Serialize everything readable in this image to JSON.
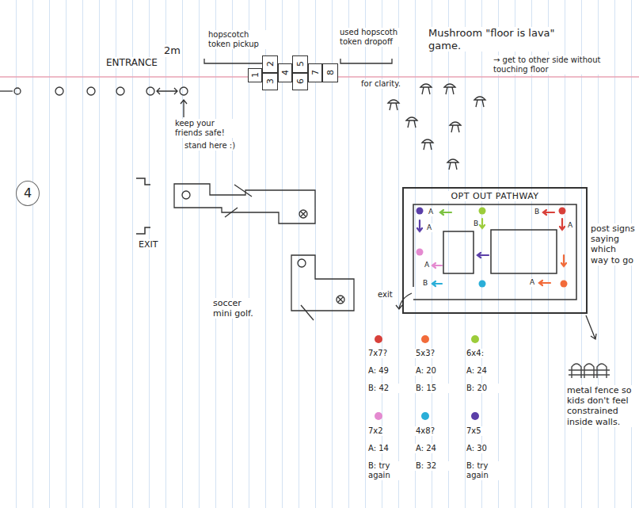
{
  "diagram": {
    "nodes": [
      {
        "text": [
          "1"
        ]
      },
      {
        "text": [
          "2"
        ]
      },
      {
        "text": [
          "3"
        ]
      },
      {
        "text": [
          "4"
        ]
      },
      {
        "text": [
          "5"
        ]
      },
      {
        "text": [
          "6"
        ]
      },
      {
        "text": [
          "7"
        ]
      },
      {
        "text": [
          "8"
        ]
      },
      {
        "text": [
          "4"
        ]
      },
      {
        "text": [
          "OPT OUT PATHWAY"
        ]
      }
    ],
    "labels": [
      "ENTRANCE",
      "2m",
      "keep your friends safe!",
      "stand here :)",
      "hopscotch token pickup",
      "used hopscoth token dropoff",
      "for clarity.",
      "Mushroom \"floor is lava\" game.",
      "→ get to other side without touching floor",
      "EXIT",
      "soccer mini golf.",
      "exit",
      "post signs saying which way to go",
      "metal fence so kids don't feel constrained inside walls.",
      "A",
      "B",
      "B",
      "A",
      "A",
      "A",
      "B",
      "A",
      "7x7?",
      "A: 49",
      "B: 42",
      "5x3?",
      "A: 20",
      "B: 15",
      "6x4:",
      "A: 24",
      "B: 20",
      "7x2",
      "A: 14",
      "B: try again",
      "4x8?",
      "A: 24",
      "B: 32",
      "7x5",
      "A: 30",
      "B: try again"
    ]
  }
}
